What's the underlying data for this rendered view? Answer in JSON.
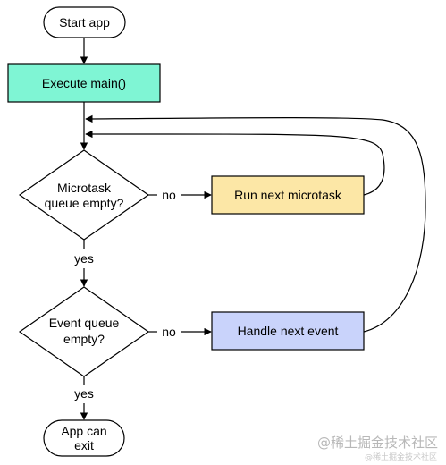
{
  "nodes": {
    "start": {
      "label": "Start app"
    },
    "execute_main": {
      "label": "Execute main()",
      "fill": "#7ff5d4"
    },
    "microtask_check": {
      "label_line1": "Microtask",
      "label_line2": "queue empty?"
    },
    "run_microtask": {
      "label": "Run next microtask",
      "fill": "#fce7a6"
    },
    "event_check": {
      "label_line1": "Event queue",
      "label_line2": "empty?"
    },
    "handle_event": {
      "label": "Handle next event",
      "fill": "#c9d3fb"
    },
    "exit": {
      "label_line1": "App can",
      "label_line2": "exit"
    }
  },
  "edges": {
    "microtask_no": "no",
    "microtask_yes": "yes",
    "event_no": "no",
    "event_yes": "yes"
  },
  "watermark": {
    "text": "@稀土掘金技术社区",
    "small": "@稀土掘金技术社区"
  }
}
